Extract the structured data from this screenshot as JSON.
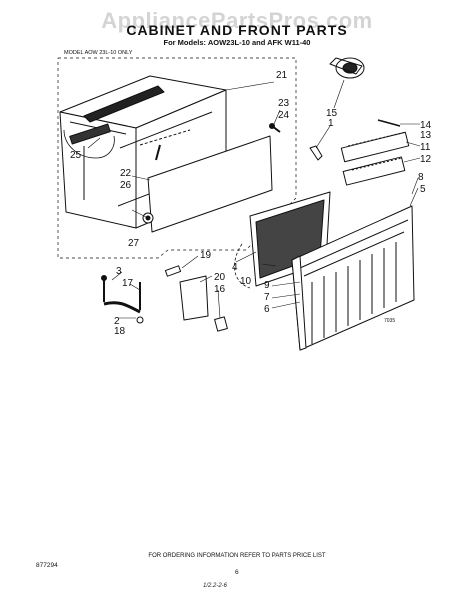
{
  "header": {
    "watermark": "AppliancePartsPros.com",
    "title": "CABINET AND FRONT PARTS",
    "models": "For Models: AOW23L-10 and AFK W11-40",
    "model_note": "MODEL AOW 23L-10 ONLY"
  },
  "callouts": [
    "1",
    "2",
    "3",
    "4",
    "5",
    "6",
    "7",
    "8",
    "9",
    "10",
    "11",
    "12",
    "13",
    "14",
    "15",
    "16",
    "17",
    "18",
    "19",
    "20",
    "21",
    "22",
    "23",
    "24",
    "25",
    "26",
    "27"
  ],
  "art_number": "7035",
  "footer": {
    "ordering_note": "FOR ORDERING INFORMATION REFER TO PARTS PRICE LIST",
    "doc_number": "877294",
    "page_number": "6",
    "handwritten": "1/2.2-2-6"
  },
  "colors": {
    "ink": "#111111",
    "paper": "#ffffff"
  }
}
